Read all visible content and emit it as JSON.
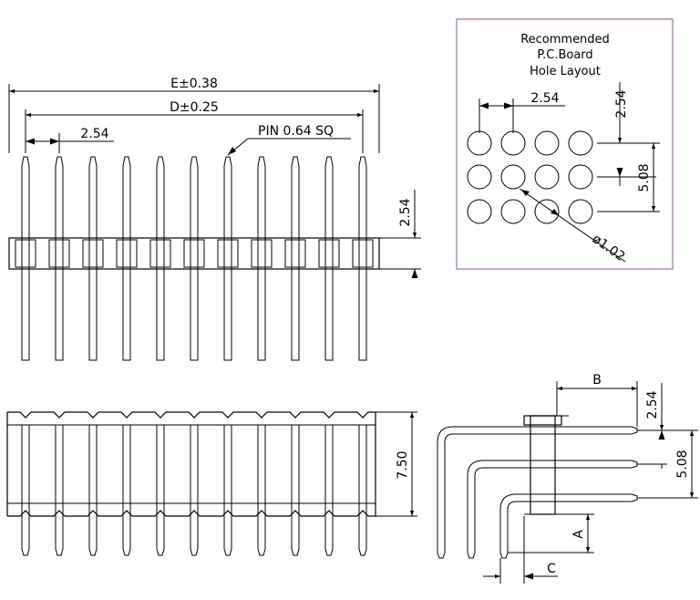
{
  "front_view": {
    "dim_e": "E±0.38",
    "dim_d": "D±0.25",
    "dim_pitch": "2.54",
    "pin_callout": "PIN  0.64  SQ",
    "dim_height": "2.54",
    "pin_count": 11
  },
  "pcb_layout": {
    "title_line1": "Recommended",
    "title_line2": "P.C.Board",
    "title_line3": "Hole Layout",
    "dim_pitch_h": "2.54",
    "dim_pitch_v": "2.54",
    "dim_row_spacing": "5.08",
    "hole_diameter": "ø1.02",
    "border_color": "#a070a8"
  },
  "side_view": {
    "dim_height": "7.50"
  },
  "right_angle_view": {
    "dim_b": "B",
    "dim_pitch": "2.54",
    "dim_row_spacing": "5.08",
    "dim_a": "A",
    "dim_c": "C"
  }
}
